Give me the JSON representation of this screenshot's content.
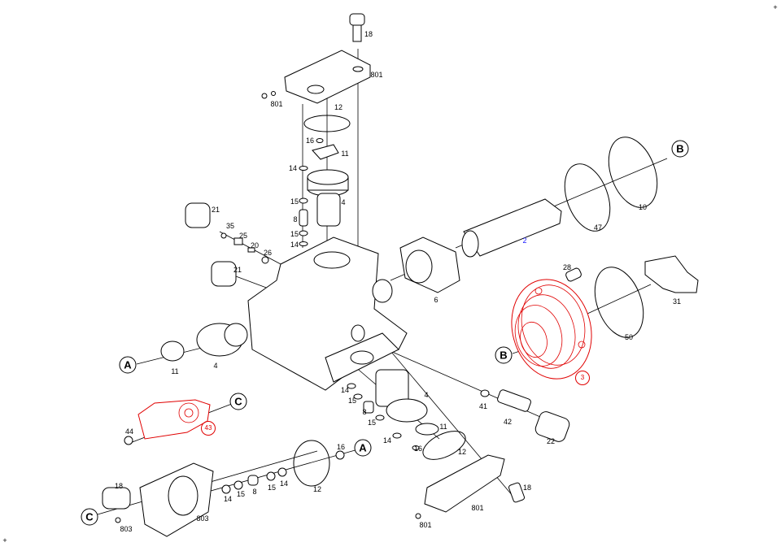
{
  "corner_marks": [
    "+",
    "+"
  ],
  "part_labels": {
    "top_screw": "18",
    "top_cover": "801",
    "top_cover_nut": "801",
    "top_seal_ring": "12",
    "top_oring_16": "16",
    "top_plate_11": "11",
    "top_washer_14": "14",
    "top_ring_15a": "15",
    "top_element_4": "4",
    "top_valve_8": "8",
    "top_ring_15b": "15",
    "top_washer_14b": "14",
    "plug_21a": "21",
    "ring_35": "35",
    "part_25": "25",
    "part_20": "20",
    "part_26": "26",
    "plug_21b": "21",
    "ring_10": "10",
    "ring_47": "47",
    "shaft_2": "2",
    "screw_28": "28",
    "coupling_31": "31",
    "ring_50": "50",
    "nut_6": "6",
    "left_plate_11": "11",
    "left_element_4": "4",
    "flange_3": "3",
    "mid_washer_14": "14",
    "mid_ring_15a": "15",
    "mid_valve_8": "8",
    "mid_ring_15b": "15",
    "mid_element_4": "4",
    "mid_plate_11": "11",
    "mid_washer_14b": "14",
    "mid_oring_16": "16",
    "mid_seal_12": "12",
    "ring_41": "41",
    "fitting_42": "42",
    "cap_22": "22",
    "valve_43": "43",
    "screw_44": "44",
    "low_oring_16": "16",
    "low_screw_18": "18",
    "low_washer_14a": "14",
    "low_ring_15a": "15",
    "low_valve_8": "8",
    "low_ring_15b": "15",
    "low_washer_14b": "14",
    "low_seal_12": "12",
    "low_cover_803": "803",
    "low_cover_nut_803": "803",
    "right_screw_18": "18",
    "right_cover_801": "801",
    "right_cover_nut_801": "801"
  },
  "reference_markers": {
    "A1": "A",
    "A2": "A",
    "B1": "B",
    "B2": "B",
    "C1": "C",
    "C2": "C"
  },
  "colors": {
    "highlight": "#e00000",
    "callout_blue": "#1a1aff",
    "line": "#000000"
  }
}
